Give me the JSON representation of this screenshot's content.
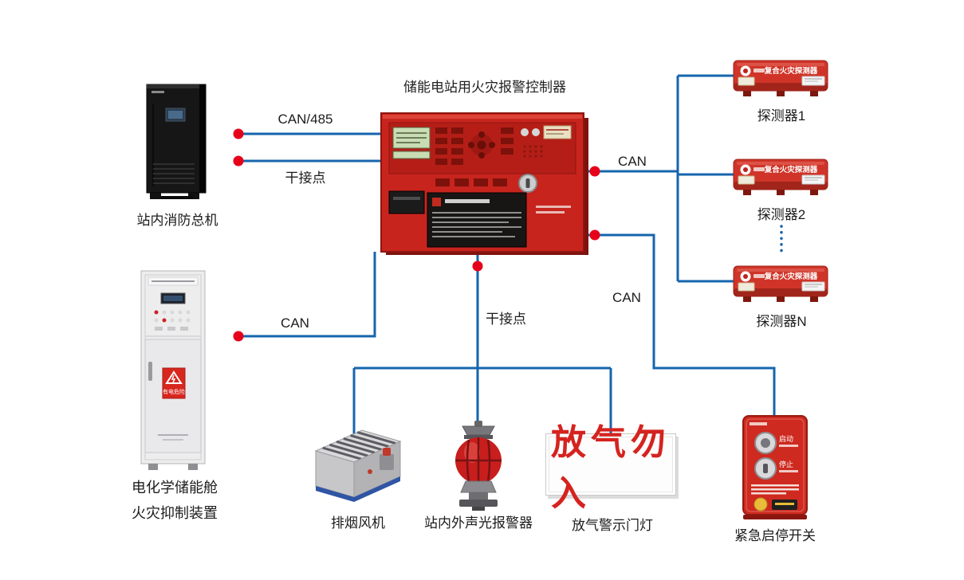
{
  "title": "储能电站用火灾报警控制器",
  "links": {
    "can485": "CAN/485",
    "dry_left": "干接点",
    "can_left": "CAN",
    "dry_bottom": "干接点",
    "can_right_top": "CAN",
    "can_right_bottom": "CAN"
  },
  "nodes": {
    "fire_main": {
      "label": "站内消防总机"
    },
    "suppression": {
      "line1": "电化学储能舱",
      "line2": "火灾抑制装置",
      "sign": "有电危险"
    },
    "detector1": {
      "label": "探测器1",
      "module": "复合火灾探测器"
    },
    "detector2": {
      "label": "探测器2",
      "module": "复合火灾探测器"
    },
    "detectorN": {
      "label": "探测器N",
      "module": "复合火灾探测器"
    },
    "fan": {
      "label": "排烟风机"
    },
    "beacon": {
      "label": "站内外声光报警器"
    },
    "door_light": {
      "label": "放气警示门灯",
      "sign": "放气勿入"
    },
    "emergency": {
      "label": "紧急启停开关",
      "start": "启动",
      "stop": "停止"
    }
  },
  "colors": {
    "wire": "#1565ad",
    "dot": "#e60019",
    "panel-red": "#c8241e"
  }
}
